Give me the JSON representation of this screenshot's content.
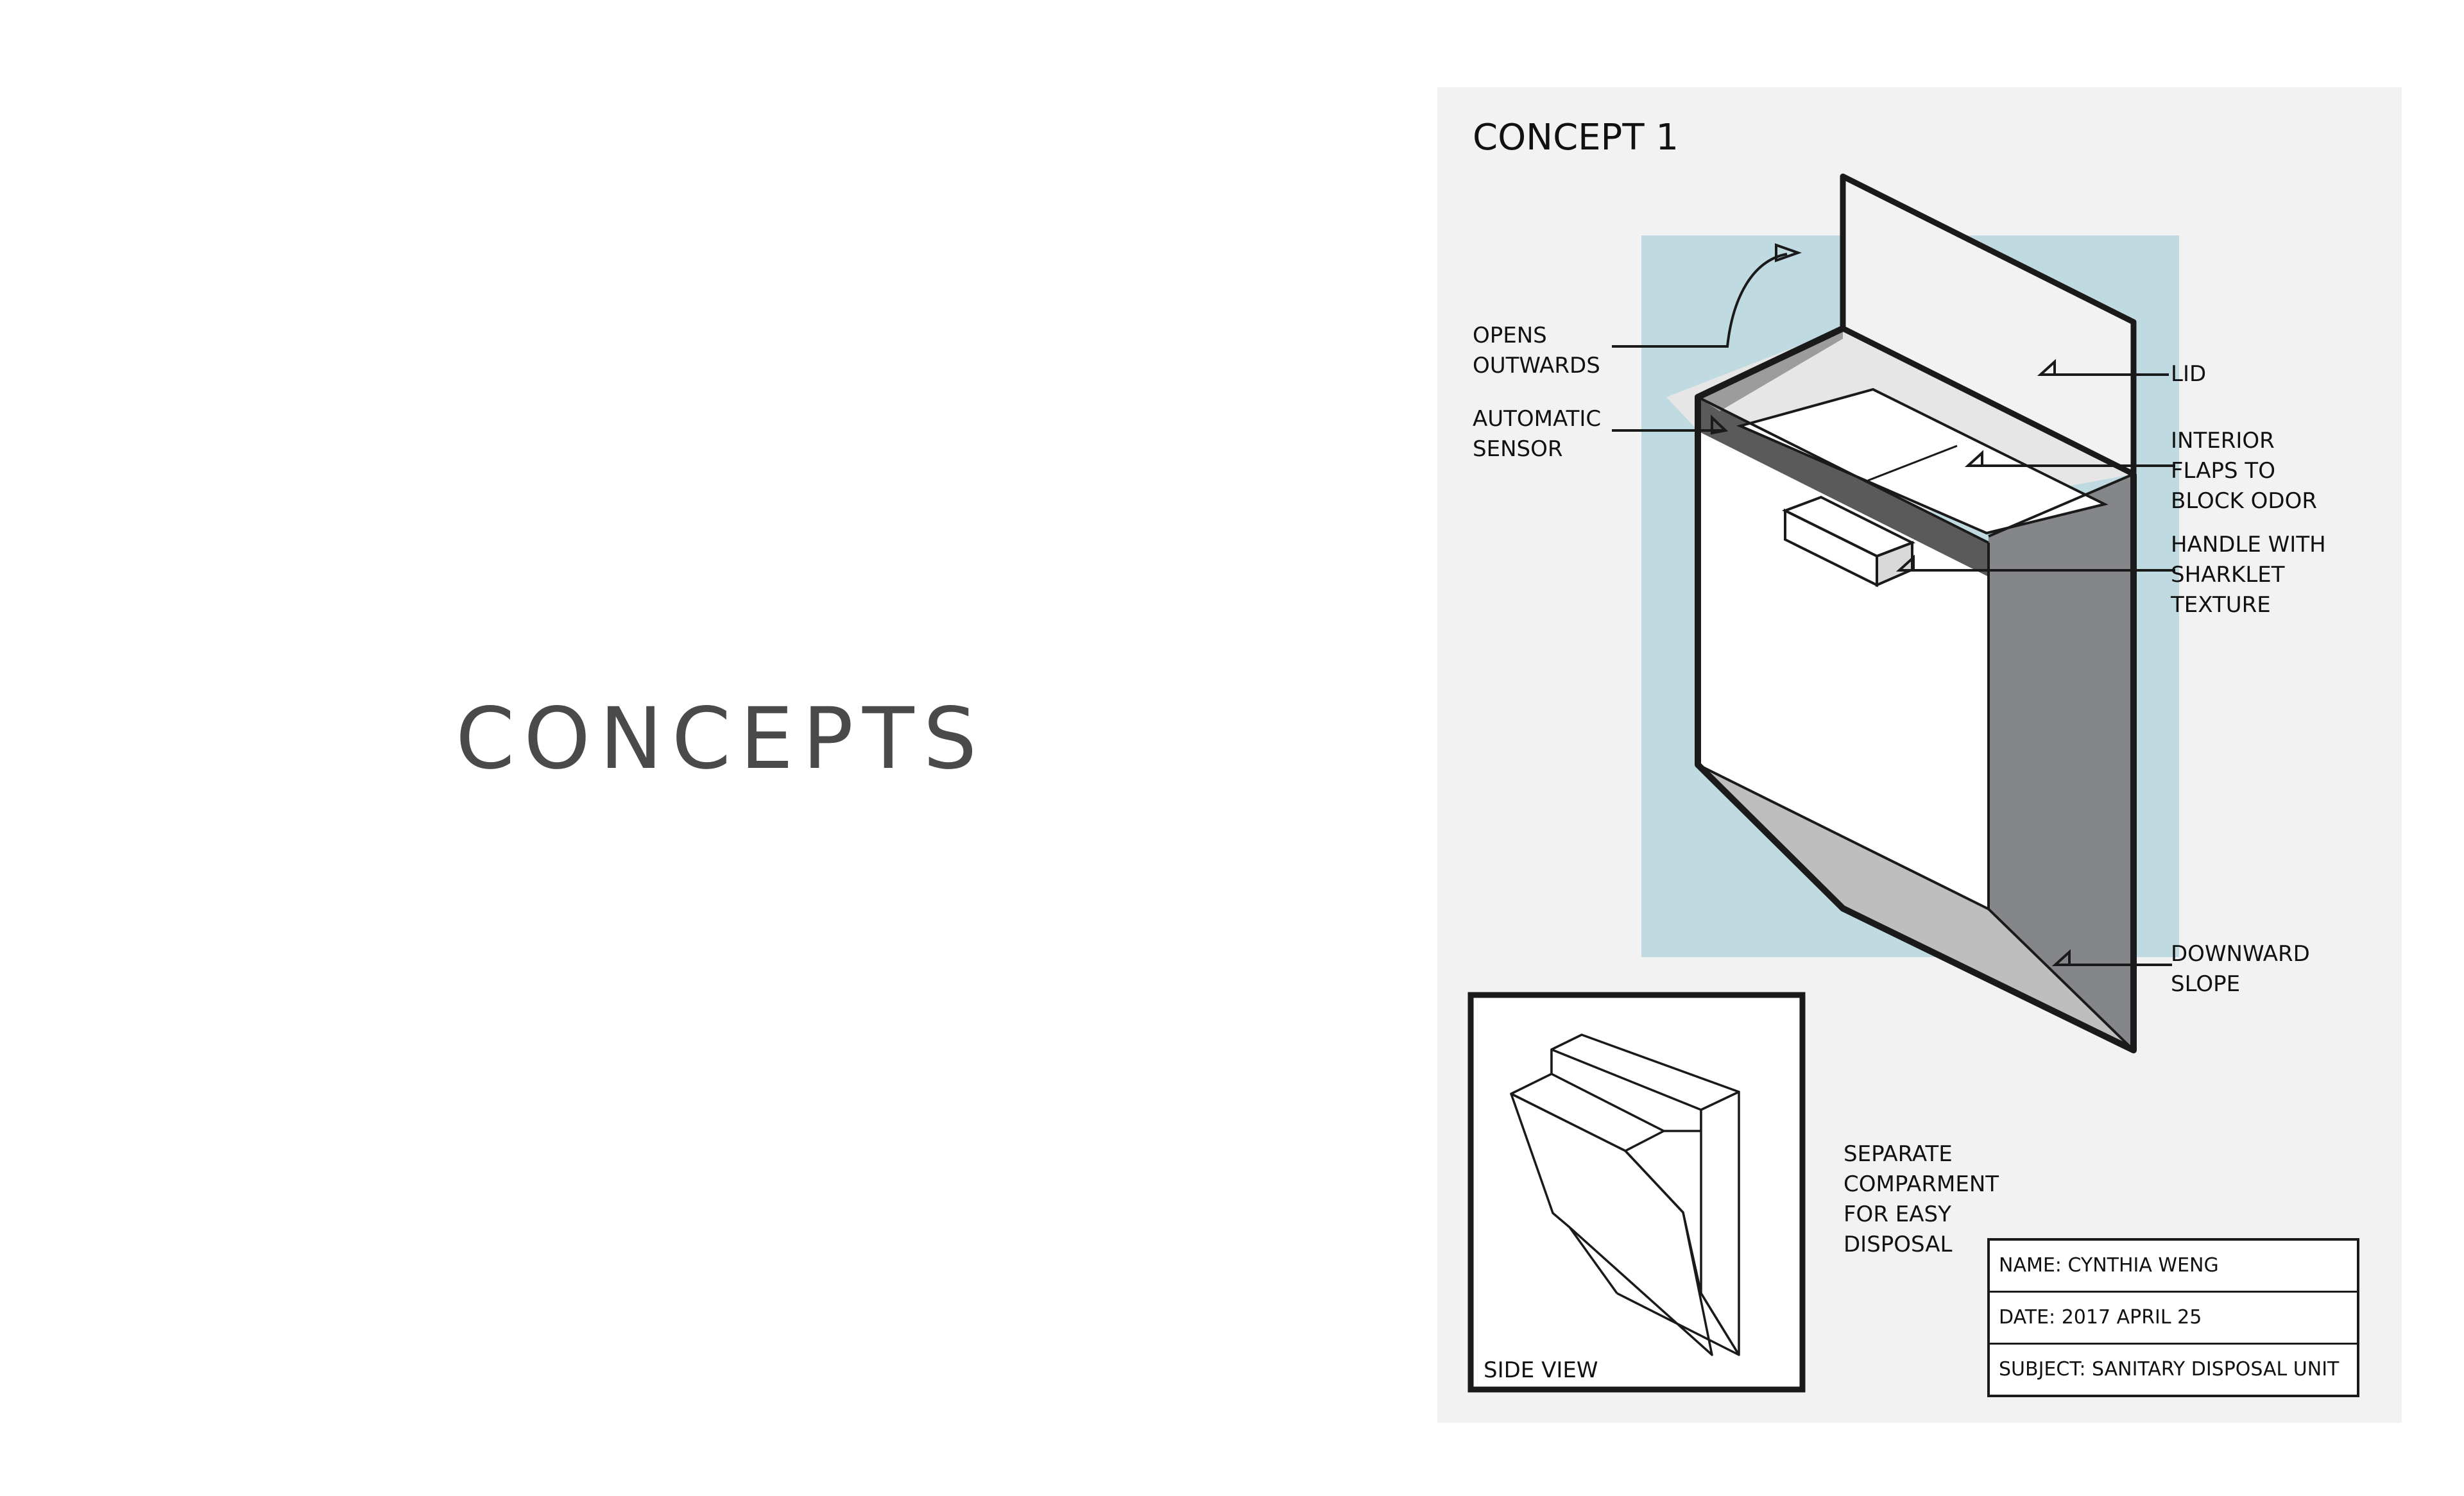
{
  "page": {
    "heading": "CONCEPTS"
  },
  "panel": {
    "title": "CONCEPT 1",
    "callouts": {
      "opens_outwards": [
        "OPENS",
        "OUTWARDS"
      ],
      "automatic_sensor": [
        "AUTOMATIC",
        "SENSOR"
      ],
      "lid": [
        "LID"
      ],
      "interior_flaps": [
        "INTERIOR",
        "FLAPS TO",
        "BLOCK ODOR"
      ],
      "handle": [
        "HANDLE WITH",
        "SHARKLET",
        "TEXTURE"
      ],
      "downward_slope": [
        "DOWNWARD",
        "SLOPE"
      ],
      "separate_compartment": [
        "SEPARATE",
        "COMPARMENT",
        "FOR EASY",
        "DISPOSAL"
      ]
    },
    "side_view_label": "SIDE VIEW",
    "title_block": {
      "name": "NAME: CYNTHIA WENG",
      "date": "DATE: 2017 APRIL 25",
      "subject": "SUBJECT: SANITARY DISPOSAL UNIT"
    }
  },
  "colors": {
    "background_panel": "#f2f2f2",
    "backdrop_blue": "#c0dae1",
    "dark_edge": "#5a5a5a",
    "side_face": "#858689",
    "bottom_face": "#bebebe",
    "lid_inner": "#e6e6e6",
    "outline": "#1a1a1a"
  }
}
